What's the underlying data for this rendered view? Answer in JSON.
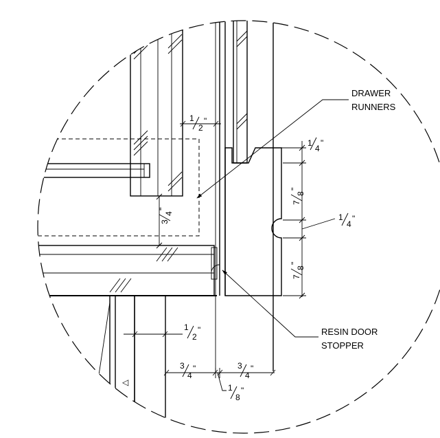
{
  "callouts": {
    "drawer_runners_line1": "DRAWER",
    "drawer_runners_line2": "RUNNERS",
    "resin_door_stopper_line1": "RESIN DOOR",
    "resin_door_stopper_line2": "STOPPER"
  },
  "dimensions": {
    "top_gap": {
      "num": "1",
      "den": "2",
      "unit": "\""
    },
    "drawer_bottom_gap": {
      "num": "3",
      "den": "4",
      "unit": "\""
    },
    "top_reveal": {
      "num": "1",
      "den": "4",
      "unit": "\""
    },
    "upper_segment": {
      "num": "7",
      "den": "8",
      "unit": "\""
    },
    "groove": {
      "num": "1",
      "den": "4",
      "unit": "\""
    },
    "lower_segment": {
      "num": "7",
      "den": "8",
      "unit": "\""
    },
    "panel_face": {
      "num": "1",
      "den": "2",
      "unit": "\""
    },
    "left_width": {
      "num": "3",
      "den": "4",
      "unit": "\""
    },
    "right_width": {
      "num": "3",
      "den": "4",
      "unit": "\""
    },
    "center_gap": {
      "num": "1",
      "den": "8",
      "unit": "\""
    }
  }
}
